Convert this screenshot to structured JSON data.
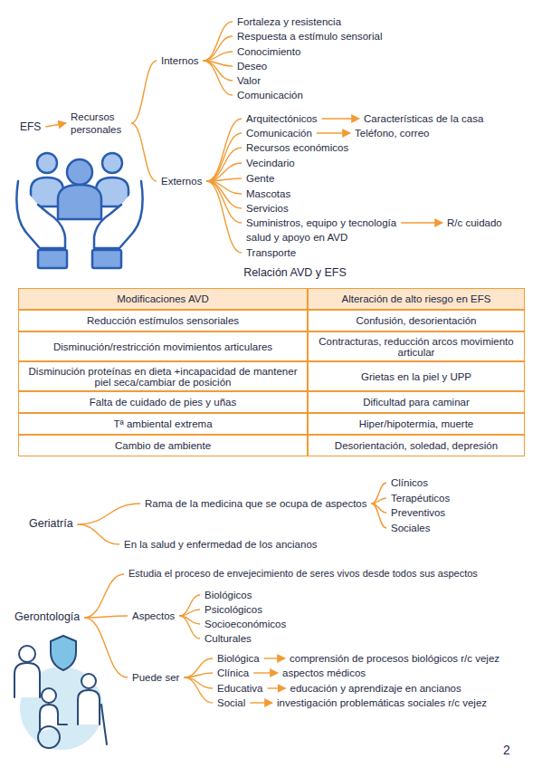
{
  "diagram": {
    "nodes": [
      {
        "text": [
          "EFS"
        ]
      },
      {
        "text": [
          "Recursos personales"
        ]
      },
      {
        "text": [
          "Internos"
        ]
      },
      {
        "text": [
          "Fortaleza y resistencia"
        ]
      },
      {
        "text": [
          "Respuesta a estímulo sensorial"
        ]
      },
      {
        "text": [
          "Conocimiento"
        ]
      },
      {
        "text": [
          "Deseo"
        ]
      },
      {
        "text": [
          "Valor"
        ]
      },
      {
        "text": [
          "Comunicación"
        ]
      },
      {
        "text": [
          "Externos"
        ]
      },
      {
        "text": [
          "Arquitectónicos"
        ]
      },
      {
        "text": [
          "Características de la casa"
        ]
      },
      {
        "text": [
          "Comunicación"
        ]
      },
      {
        "text": [
          "Teléfono, correo"
        ]
      },
      {
        "text": [
          "Recursos económicos"
        ]
      },
      {
        "text": [
          "Vecindario"
        ]
      },
      {
        "text": [
          "Gente"
        ]
      },
      {
        "text": [
          "Mascotas"
        ]
      },
      {
        "text": [
          "Servicios"
        ]
      },
      {
        "text": [
          "Suministros, equipo y tecnología"
        ]
      },
      {
        "text": [
          "R/c cuidado"
        ]
      },
      {
        "text": [
          "Transporte"
        ]
      },
      {
        "text": [
          "Geriatría"
        ]
      },
      {
        "text": [
          "Rama de la medicina que se ocupa de aspectos"
        ]
      },
      {
        "text": [
          "Clínicos"
        ]
      },
      {
        "text": [
          "Terapéuticos"
        ]
      },
      {
        "text": [
          "Preventivos"
        ]
      },
      {
        "text": [
          "Sociales"
        ]
      },
      {
        "text": [
          "En la salud y enfermedad de los ancianos"
        ]
      },
      {
        "text": [
          "Gerontología"
        ]
      },
      {
        "text": [
          "Estudia el proceso de envejecimiento de seres vivos desde todos sus aspectos"
        ]
      },
      {
        "text": [
          "Aspectos"
        ]
      },
      {
        "text": [
          "Biológicos"
        ]
      },
      {
        "text": [
          "Psicológicos"
        ]
      },
      {
        "text": [
          "Socioeconómicos"
        ]
      },
      {
        "text": [
          "Culturales"
        ]
      },
      {
        "text": [
          "Puede ser"
        ]
      },
      {
        "text": [
          "Biológica"
        ]
      },
      {
        "text": [
          "comprensión de procesos biológicos r/c vejez"
        ]
      },
      {
        "text": [
          "Clínica"
        ]
      },
      {
        "text": [
          "aspectos médicos"
        ]
      },
      {
        "text": [
          "Educativa"
        ]
      },
      {
        "text": [
          "educación y aprendizaje en ancianos"
        ]
      },
      {
        "text": [
          "Social"
        ]
      },
      {
        "text": [
          "investigación problemáticas sociales r/c vejez"
        ]
      }
    ],
    "edges": [
      {
        "from": 0,
        "to": 1,
        "arrow": "to"
      },
      {
        "from": 1,
        "to": 2,
        "arrow": "none"
      },
      {
        "from": 1,
        "to": 9,
        "arrow": "none"
      },
      {
        "from": 2,
        "to": 3,
        "arrow": "none"
      },
      {
        "from": 2,
        "to": 4,
        "arrow": "none"
      },
      {
        "from": 2,
        "to": 5,
        "arrow": "none"
      },
      {
        "from": 2,
        "to": 6,
        "arrow": "none"
      },
      {
        "from": 2,
        "to": 7,
        "arrow": "none"
      },
      {
        "from": 2,
        "to": 8,
        "arrow": "none"
      },
      {
        "from": 9,
        "to": 10,
        "arrow": "none"
      },
      {
        "from": 10,
        "to": 11,
        "arrow": "to"
      },
      {
        "from": 9,
        "to": 12,
        "arrow": "none"
      },
      {
        "from": 12,
        "to": 13,
        "arrow": "to"
      },
      {
        "from": 9,
        "to": 14,
        "arrow": "none"
      },
      {
        "from": 9,
        "to": 15,
        "arrow": "none"
      },
      {
        "from": 9,
        "to": 16,
        "arrow": "none"
      },
      {
        "from": 9,
        "to": 17,
        "arrow": "none"
      },
      {
        "from": 9,
        "to": 18,
        "arrow": "none"
      },
      {
        "from": 9,
        "to": 19,
        "arrow": "none"
      },
      {
        "from": 19,
        "to": 20,
        "arrow": "to"
      },
      {
        "from": 9,
        "to": 21,
        "arrow": "none"
      },
      {
        "from": 22,
        "to": 23,
        "arrow": "none"
      },
      {
        "from": 23,
        "to": 24,
        "arrow": "none"
      },
      {
        "from": 23,
        "to": 25,
        "arrow": "none"
      },
      {
        "from": 23,
        "to": 26,
        "arrow": "none"
      },
      {
        "from": 23,
        "to": 27,
        "arrow": "none"
      },
      {
        "from": 22,
        "to": 28,
        "arrow": "none"
      },
      {
        "from": 29,
        "to": 30,
        "arrow": "none"
      },
      {
        "from": 29,
        "to": 31,
        "arrow": "none"
      },
      {
        "from": 31,
        "to": 32,
        "arrow": "none"
      },
      {
        "from": 31,
        "to": 33,
        "arrow": "none"
      },
      {
        "from": 31,
        "to": 34,
        "arrow": "none"
      },
      {
        "from": 31,
        "to": 35,
        "arrow": "none"
      },
      {
        "from": 29,
        "to": 36,
        "arrow": "none"
      },
      {
        "from": 36,
        "to": 37,
        "arrow": "none"
      },
      {
        "from": 37,
        "to": 38,
        "arrow": "to"
      },
      {
        "from": 36,
        "to": 39,
        "arrow": "none"
      },
      {
        "from": 39,
        "to": 40,
        "arrow": "to"
      },
      {
        "from": 36,
        "to": 41,
        "arrow": "none"
      },
      {
        "from": 41,
        "to": 42,
        "arrow": "to"
      },
      {
        "from": 36,
        "to": 43,
        "arrow": "none"
      },
      {
        "from": 43,
        "to": 44,
        "arrow": "to"
      }
    ],
    "labels": [
      "Relación AVD y EFS",
      "Modificaciones AVD",
      "Alteración de alto riesgo en EFS",
      "Reducción estímulos sensoriales",
      "Confusión, desorientación",
      "Disminución/restricción movimientos articulares",
      "Contracturas, reducción arcos movimiento articular",
      "Disminución proteínas en dieta +incapacidad de mantener piel seca/cambiar de posición",
      "Grietas en la piel y UPP",
      "Falta de cuidado de pies y uñas",
      "Dificultad para caminar",
      "Tª ambiental extrema",
      "Hiper/hipotermia, muerte",
      "Cambio de ambiente",
      "Desorientación, soledad, depresión",
      "salud y apoyo en AVD",
      "2"
    ]
  }
}
